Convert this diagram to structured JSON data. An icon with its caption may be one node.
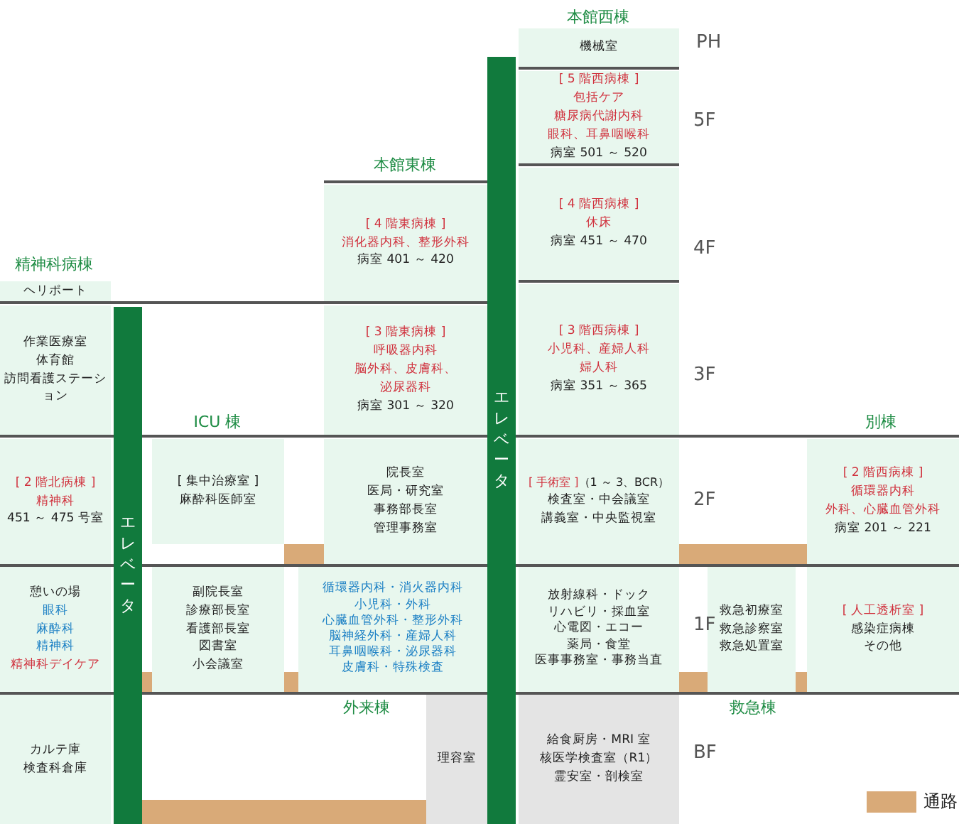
{
  "diagram": {
    "nodes": [
      {
        "text": [
          "機械室"
        ]
      },
      {
        "text": [
          "[ 5 階西病棟 ]",
          "包括ケア",
          "糖尿病代謝内科",
          "眼科、耳鼻咽喉科",
          "病室 501 ～ 520"
        ]
      },
      {
        "text": [
          "[ 4 階東病棟 ]",
          "消化器内科、整形外科",
          "病室 401 ～ 420"
        ]
      },
      {
        "text": [
          "[ 4 階西病棟 ]",
          "休床",
          "病室 451 ～ 470"
        ]
      },
      {
        "text": [
          "ヘリポート"
        ]
      },
      {
        "text": [
          "作業医療室",
          "体育館",
          "訪問看護ステーション"
        ]
      },
      {
        "text": [
          "[ 3 階東病棟 ]",
          "呼吸器内科",
          "脳外科、皮膚科、",
          "泌尿器科",
          "病室 301 ～ 320"
        ]
      },
      {
        "text": [
          "[ 3 階西病棟 ]",
          "小児科、産婦人科",
          "婦人科",
          "病室 351 ～ 365"
        ]
      },
      {
        "text": [
          "[ 2 階北病棟 ]",
          "精神科",
          "451 ～ 475 号室"
        ]
      },
      {
        "text": [
          "[ 集中治療室 ]",
          "麻酔科医師室"
        ]
      },
      {
        "text": [
          "院長室",
          "医局・研究室",
          "事務部長室",
          "管理事務室"
        ]
      },
      {
        "text": [
          "[ 手術室 ]",
          "（1 ～ 3、BCR）",
          "検査室・中会議室",
          "講義室・中央監視室"
        ]
      },
      {
        "text": [
          "[ 2 階西病棟 ]",
          "循環器内科",
          "外科、心臓血管外科",
          "病室 201 ～ 221"
        ]
      },
      {
        "text": [
          "憩いの場",
          "眼科",
          "麻酔科",
          "精神科",
          "精神科デイケア"
        ]
      },
      {
        "text": [
          "副院長室",
          "診療部長室",
          "看護部長室",
          "図書室",
          "小会議室"
        ]
      },
      {
        "text": [
          "循環器内科・消火器内科",
          "小児科・外科",
          "心臓血管外科・整形外科",
          "脳神経外科・産婦人科",
          "耳鼻咽喉科・泌尿器科",
          "皮膚科・特殊検査"
        ]
      },
      {
        "text": [
          "放射線科・ドック",
          "リハビリ・採血室",
          "心電図・エコー",
          "薬局・食堂",
          "医事事務室・事務当直"
        ]
      },
      {
        "text": [
          "救急初療室",
          "救急診察室",
          "救急処置室"
        ]
      },
      {
        "text": [
          "[ 人工透析室 ]",
          "感染症病棟",
          "その他"
        ]
      },
      {
        "text": [
          "カルテ庫",
          "検査科倉庫"
        ]
      },
      {
        "text": [
          "理容室"
        ]
      },
      {
        "text": [
          "給食厨房・MRI 室",
          "核医学検査室（R1）",
          "霊安室・剖検室"
        ]
      },
      {
        "text": [
          "エレベータ"
        ]
      },
      {
        "text": [
          "エレベータ"
        ]
      }
    ],
    "labels": [
      "本館西棟",
      "PH",
      "5F",
      "本館東棟",
      "4F",
      "精神科病棟",
      "3F",
      "ICU 棟",
      "別棟",
      "2F",
      "1F",
      "外来棟",
      "救急棟",
      "BF"
    ],
    "legend": [
      {
        "text": "通路",
        "color": "#d9aa78"
      }
    ]
  }
}
